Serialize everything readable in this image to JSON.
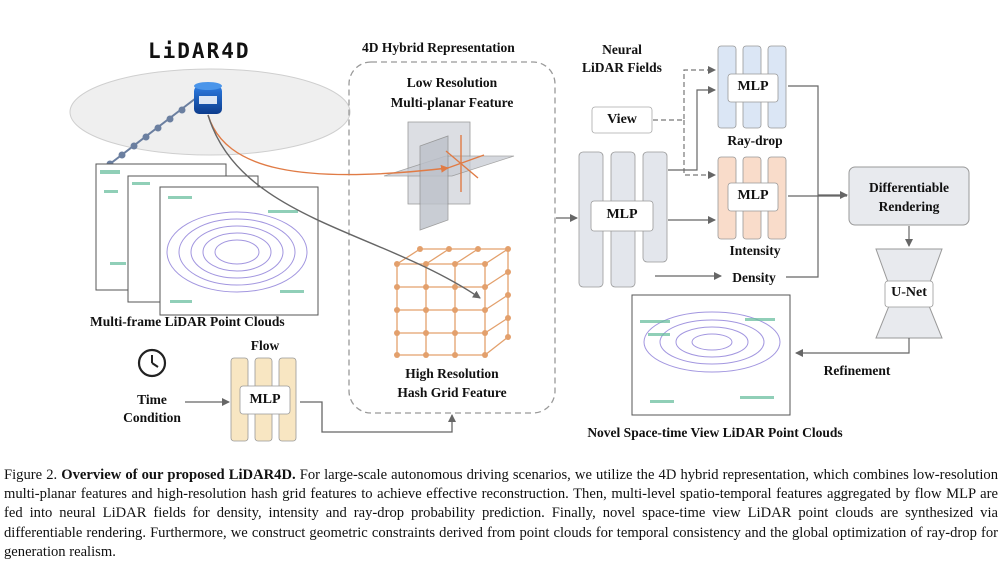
{
  "figure": {
    "brand_title": "LiDAR4D",
    "hybrid_title": "4D Hybrid Representation",
    "low_res_line1": "Low Resolution",
    "low_res_line2": "Multi-planar Feature",
    "high_res_line1": "High Resolution",
    "high_res_line2": "Hash Grid Feature",
    "point_clouds_label": "Multi-frame LiDAR Point Clouds",
    "time_line1": "Time",
    "time_line2": "Condition",
    "flow_label": "Flow",
    "mlp_label": "MLP",
    "neural_line1": "Neural",
    "neural_line2": "LiDAR Fields",
    "view_label": "View",
    "raydrop_label": "Ray-drop",
    "intensity_label": "Intensity",
    "density_label": "Density",
    "diff_render_line1": "Differentiable",
    "diff_render_line2": "Rendering",
    "unet_label": "U-Net",
    "refinement_label": "Refinement",
    "novel_view_label": "Novel Space-time View LiDAR Point Clouds"
  },
  "colors": {
    "flow_mlp": "#f8e6c2",
    "raydrop_mlp": "#dbe6f5",
    "intensity_mlp": "#f9dcca",
    "neural_mlp": "#e3e6ec",
    "arrow_orange": "#e07b45",
    "arrow_gray": "#666666",
    "grid_orange": "#e3a06c"
  },
  "caption": {
    "prefix": "Figure 2.",
    "bold": "Overview of our proposed LiDAR4D.",
    "text": "For large-scale autonomous driving scenarios, we utilize the 4D hybrid representation, which combines low-resolution multi-planar features and high-resolution hash grid features to achieve effective reconstruction. Then, multi-level spatio-temporal features aggregated by flow MLP are fed into neural LiDAR fields for density, intensity and ray-drop probability prediction. Finally, novel space-time view LiDAR point clouds are synthesized via differentiable rendering. Furthermore, we construct geometric constraints derived from point clouds for temporal consistency and the global optimization of ray-drop for generation realism."
  }
}
